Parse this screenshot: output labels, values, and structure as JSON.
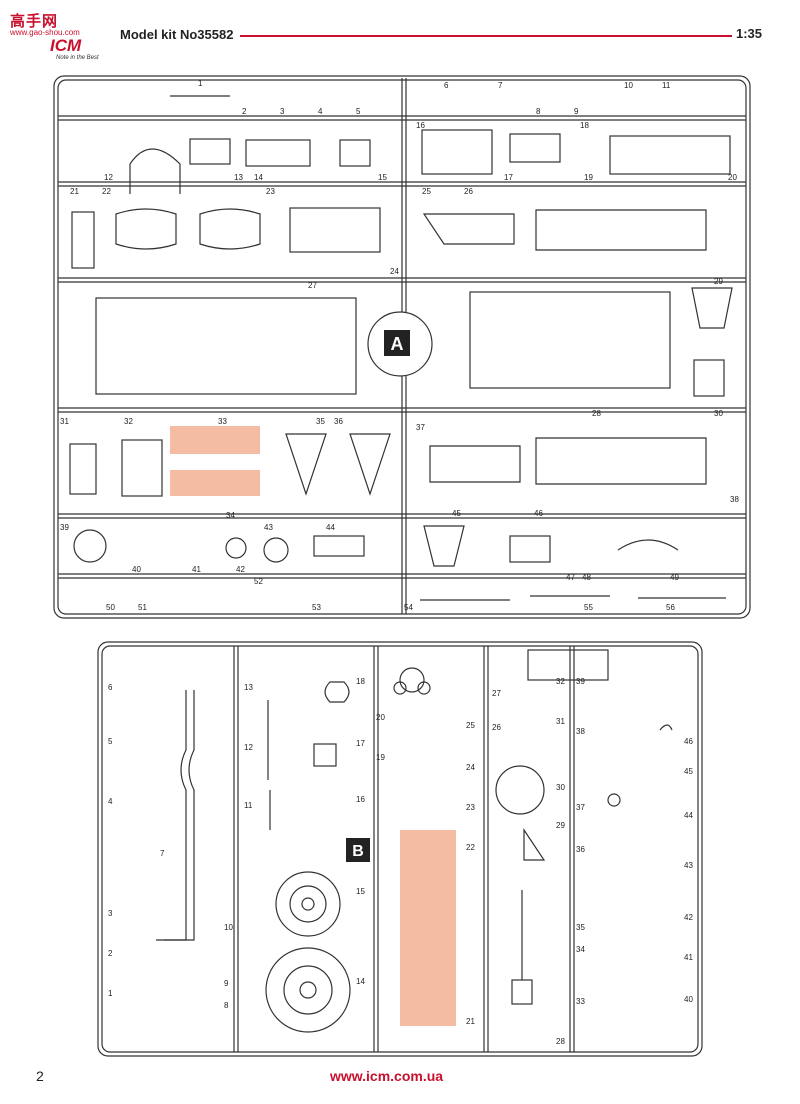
{
  "header": {
    "site_tag": "高手网",
    "site_url": "www.gao-shou.com",
    "brand": "ICM",
    "slogan": "Note in the Best",
    "kit_label": "Model kit No35582",
    "scale": "1:35"
  },
  "sprue_a": {
    "letter": "A",
    "part_numbers": [
      "1",
      "2",
      "3",
      "4",
      "5",
      "6",
      "7",
      "8",
      "9",
      "10",
      "11",
      "12",
      "13",
      "14",
      "15",
      "16",
      "17",
      "18",
      "19",
      "20",
      "21",
      "22",
      "23",
      "24",
      "25",
      "26",
      "27",
      "28",
      "29",
      "30",
      "31",
      "32",
      "33",
      "34",
      "35",
      "36",
      "37",
      "38",
      "39",
      "40",
      "41",
      "42",
      "43",
      "44",
      "45",
      "46",
      "47",
      "48",
      "49",
      "50",
      "51",
      "52",
      "53",
      "54",
      "55",
      "56"
    ]
  },
  "sprue_b": {
    "letter": "B",
    "part_numbers": [
      "1",
      "2",
      "3",
      "4",
      "5",
      "6",
      "7",
      "8",
      "9",
      "10",
      "11",
      "12",
      "13",
      "14",
      "15",
      "16",
      "17",
      "18",
      "19",
      "20",
      "21",
      "22",
      "23",
      "24",
      "25",
      "26",
      "27",
      "28",
      "29",
      "30",
      "31",
      "32",
      "33",
      "34",
      "35",
      "36",
      "37",
      "38",
      "39",
      "40",
      "41",
      "42",
      "43",
      "44",
      "45",
      "46"
    ]
  },
  "colors": {
    "brand_red": "#c8102e",
    "highlight": "#f4b59a",
    "line": "#333333"
  },
  "footer": {
    "page_number": "2",
    "url": "www.icm.com.ua"
  }
}
